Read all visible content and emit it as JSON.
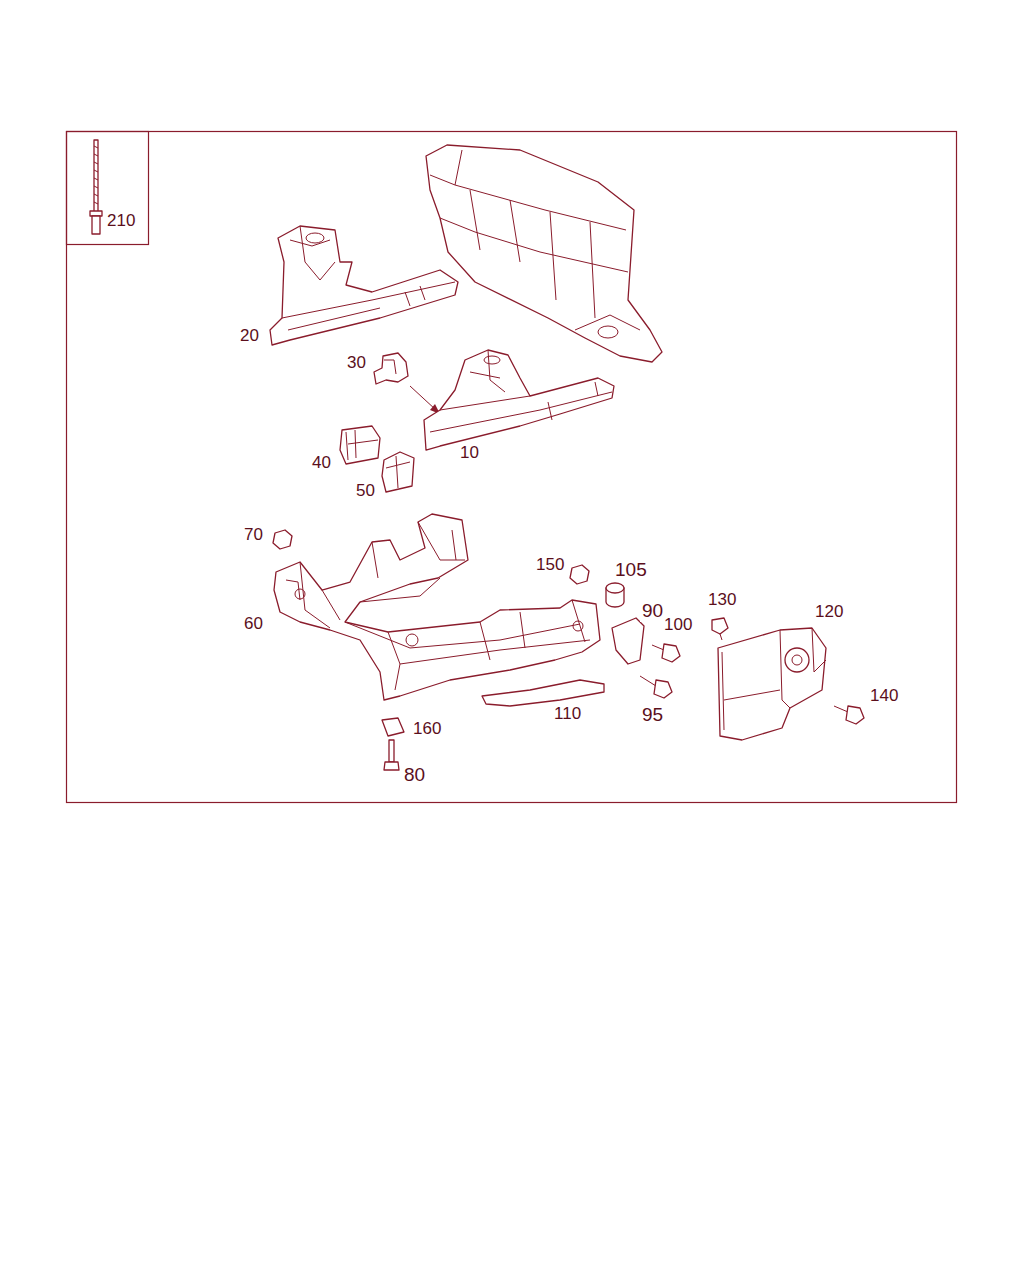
{
  "diagram": {
    "labels": [
      "210",
      "20",
      "30",
      "10",
      "40",
      "50",
      "70",
      "150",
      "105",
      "90",
      "130",
      "120",
      "100",
      "60",
      "110",
      "95",
      "140",
      "160",
      "80"
    ]
  }
}
